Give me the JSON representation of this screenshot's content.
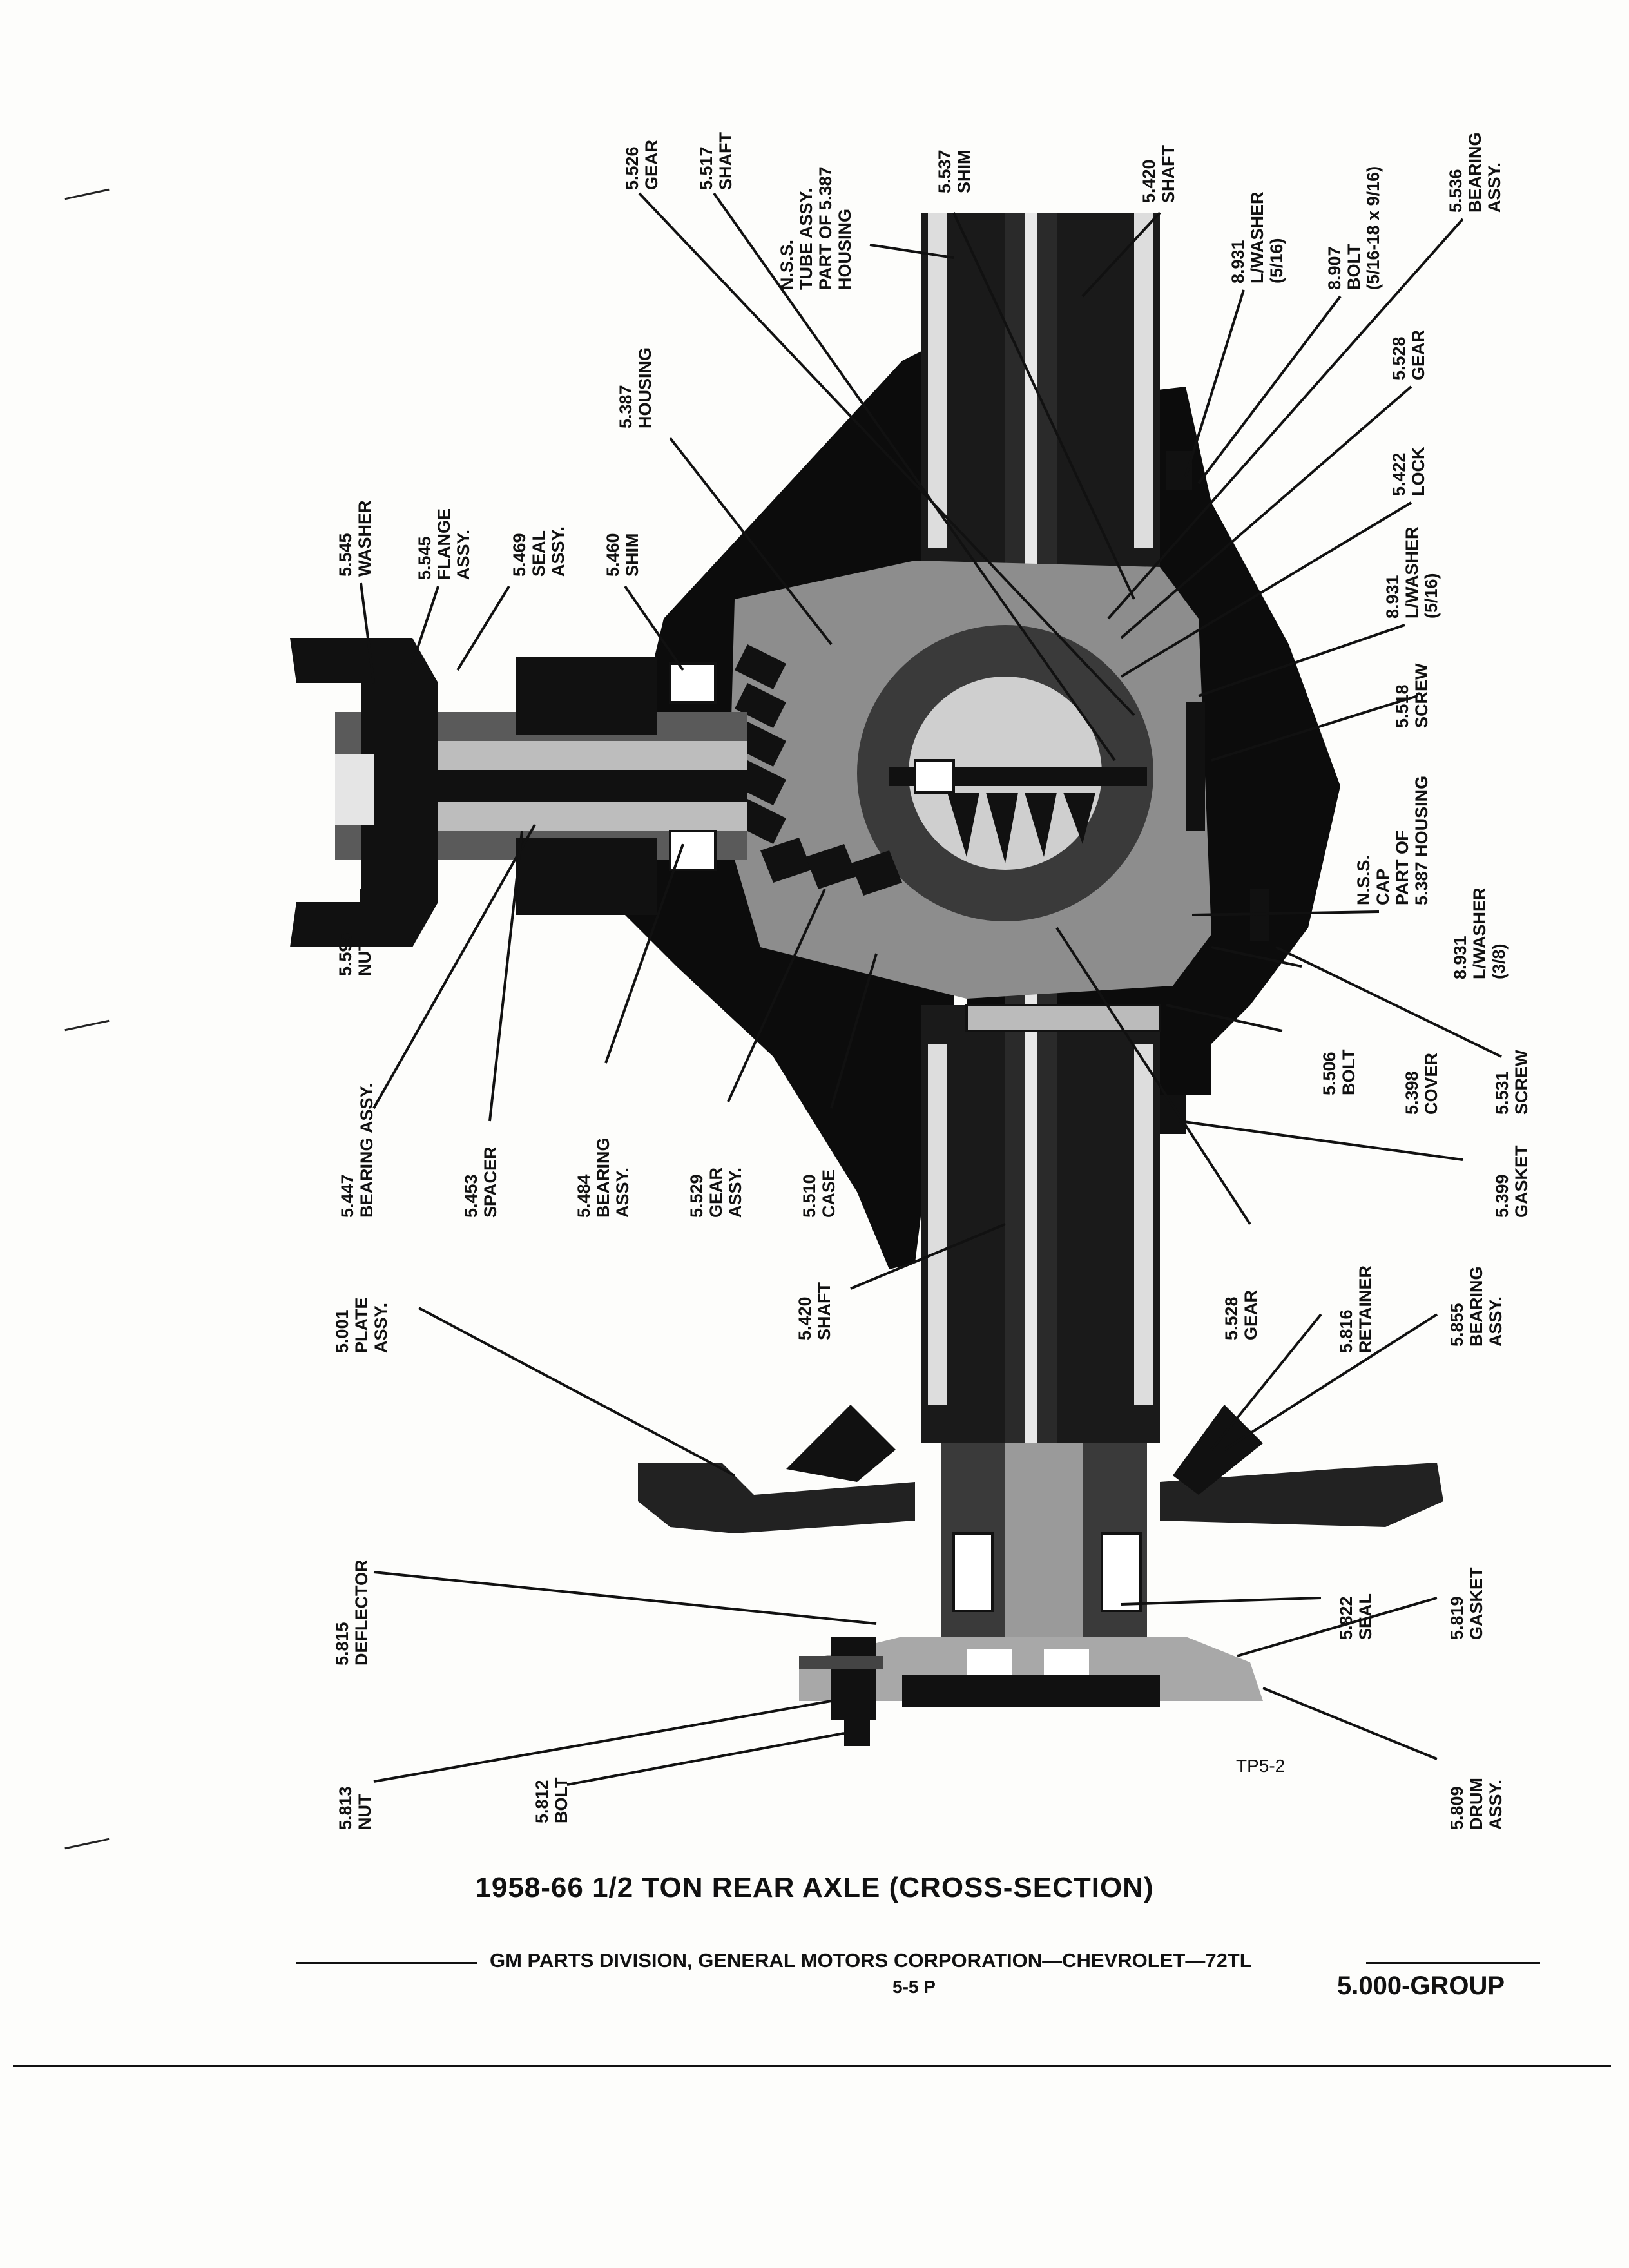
{
  "title": "1958-66 1/2 TON REAR AXLE (CROSS-SECTION)",
  "figure_code": "TP5-2",
  "footer": {
    "division": "GM PARTS DIVISION, GENERAL MOTORS CORPORATION—CHEVROLET—72TL",
    "page": "5-5 P",
    "group": "5.000-GROUP"
  },
  "callouts": {
    "c5526": [
      "5.526",
      "GEAR"
    ],
    "c5517": [
      "5.517",
      "SHAFT"
    ],
    "cnss_tube": [
      "N.S.S.",
      "TUBE ASSY.",
      "PART OF 5.387",
      "HOUSING"
    ],
    "c5537": [
      "5.537",
      "SHIM"
    ],
    "c5420_top": [
      "5.420",
      "SHAFT"
    ],
    "c8931_a": [
      "8.931",
      "L/WASHER",
      "(5/16)"
    ],
    "c8907": [
      "8.907",
      "BOLT",
      "(5/16-18 x 9/16)"
    ],
    "c5536": [
      "5.536",
      "BEARING",
      "ASSY."
    ],
    "c5387": [
      "5.387",
      "HOUSING"
    ],
    "c5545_washer": [
      "5.545",
      "WASHER"
    ],
    "c5545_flange": [
      "5.545",
      "FLANGE",
      "ASSY."
    ],
    "c5469": [
      "5.469",
      "SEAL",
      "ASSY."
    ],
    "c5460": [
      "5.460",
      "SHIM"
    ],
    "c5528_top": [
      "5.528",
      "GEAR"
    ],
    "c5422": [
      "5.422",
      "LOCK"
    ],
    "c8931_b": [
      "8.931",
      "L/WASHER",
      "(5/16)"
    ],
    "c5518": [
      "5.518",
      "SCREW"
    ],
    "cnss_cap": [
      "N.S.S.",
      "CAP",
      "PART OF",
      "5.387 HOUSING"
    ],
    "c5595": [
      "5.595",
      "NUT"
    ],
    "c8931_c": [
      "8.931",
      "L/WASHER",
      "(3/8)"
    ],
    "c5447": [
      "5.447",
      "BEARING ASSY."
    ],
    "c5453": [
      "5.453",
      "SPACER"
    ],
    "c5484": [
      "5.484",
      "BEARING",
      "ASSY."
    ],
    "c5529": [
      "5.529",
      "GEAR",
      "ASSY."
    ],
    "c5510": [
      "5.510",
      "CASE"
    ],
    "c5506": [
      "5.506",
      "BOLT"
    ],
    "c5398": [
      "5.398",
      "COVER"
    ],
    "c5531": [
      "5.531",
      "SCREW"
    ],
    "c5399": [
      "5.399",
      "GASKET"
    ],
    "c5420_bottom": [
      "5.420",
      "SHAFT"
    ],
    "c5528_bottom": [
      "5.528",
      "GEAR"
    ],
    "c5001": [
      "5.001",
      "PLATE",
      "ASSY."
    ],
    "c5816": [
      "5.816",
      "RETAINER"
    ],
    "c5855": [
      "5.855",
      "BEARING",
      "ASSY."
    ],
    "c5815": [
      "5.815",
      "DEFLECTOR"
    ],
    "c5822": [
      "5.822",
      "SEAL"
    ],
    "c5819": [
      "5.819",
      "GASKET"
    ],
    "c5813": [
      "5.813",
      "NUT"
    ],
    "c5812": [
      "5.812",
      "BOLT"
    ],
    "c5809": [
      "5.809",
      "DRUM",
      "ASSY."
    ]
  }
}
